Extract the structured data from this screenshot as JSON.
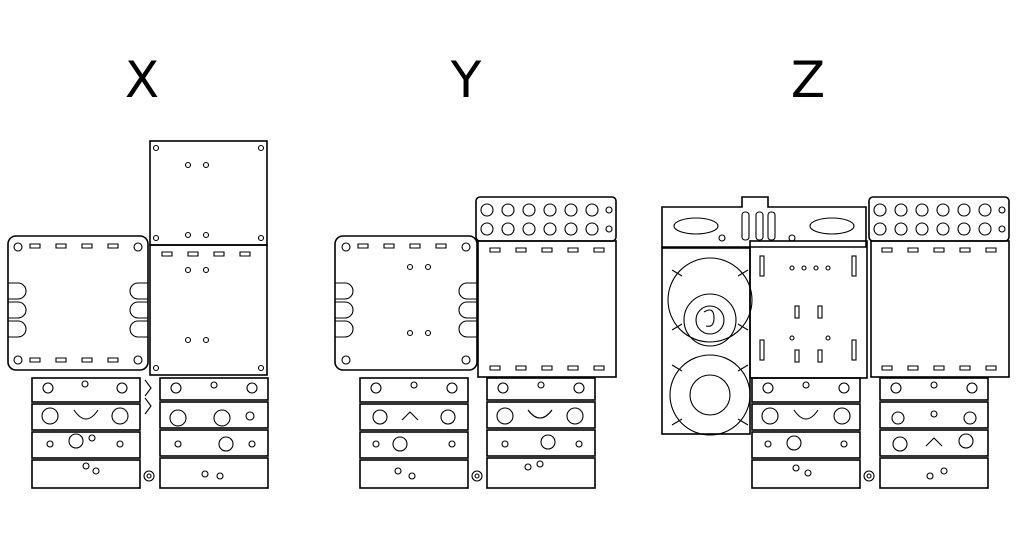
{
  "labels": {
    "x": "X",
    "y": "Y",
    "z": "Z"
  },
  "colors": {
    "stroke": "#000000",
    "background": "#ffffff"
  }
}
